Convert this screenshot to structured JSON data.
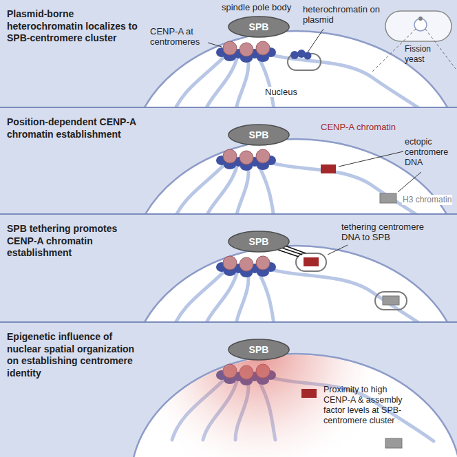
{
  "diagram": {
    "nodes": [
      {
        "text": [
          "Plasmid-borne heterochromatin localizes to SPB-centromere cluster"
        ]
      },
      {
        "text": [
          "SPB"
        ],
        "in": 0
      },
      {
        "text": [
          "Position-dependent CENP-A chromatin establishment"
        ]
      },
      {
        "text": [
          "SPB"
        ],
        "in": 2
      },
      {
        "text": [
          "SPB tethering promotes CENP-A chromatin establishment"
        ]
      },
      {
        "text": [
          "SPB"
        ],
        "in": 4
      },
      {
        "text": [
          "Epigenetic influence of nuclear spatial organization on establishing centromere identity"
        ]
      },
      {
        "text": [
          "SPB"
        ],
        "in": 6
      }
    ],
    "labels": [
      "spindle pole body",
      "CENP-A at centromeres",
      "heterochromatin on plasmid",
      "Fission yeast",
      "Nucleus",
      "CENP-A chromatin",
      "ectopic centromere DNA",
      "H3 chromatin",
      "tethering centromere DNA to SPB",
      "Proximity to high CENP-A & assembly factor levels at SPB-centromere cluster"
    ]
  }
}
